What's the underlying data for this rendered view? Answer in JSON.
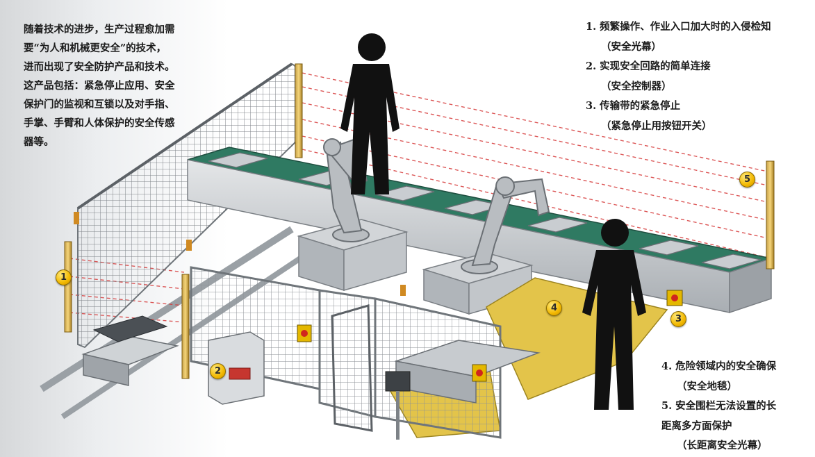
{
  "intro_text": [
    "随着技术的进步，生产过程愈加需",
    "要“为人和机械更安全”的技术，",
    "进而出现了安全防护产品和技术。",
    "这产品包括：紧急停止应用、安全",
    "保护门的监视和互锁以及对手指、",
    "手掌、手臂和人体保护的安全传感",
    "器等。"
  ],
  "top_list": [
    {
      "title": "1. 频繁操作、作业入口加大时的入侵检知",
      "sub": "（安全光幕）"
    },
    {
      "title": "2. 实现安全回路的简单连接",
      "sub": "（安全控制器）"
    },
    {
      "title": "3. 传输带的紧急停止",
      "sub": "（紧急停止用按钮开关）"
    }
  ],
  "bottom_list": [
    {
      "title": "4. 危险领域内的安全确保",
      "sub": "（安全地毯）"
    },
    {
      "title": "5. 安全围栏无法设置的长",
      "title2": "距离多方面保护",
      "sub": "（长距离安全光幕）"
    }
  ],
  "callouts": {
    "c1": "1",
    "c2": "2",
    "c3": "3",
    "c4": "4",
    "c5": "5"
  },
  "colors": {
    "badge": "#f2b800",
    "conveyor": "#2f7a62",
    "light_beam": "#d63b3b",
    "safety_mat": "#e3c44a",
    "fence": "#8a8f94"
  }
}
